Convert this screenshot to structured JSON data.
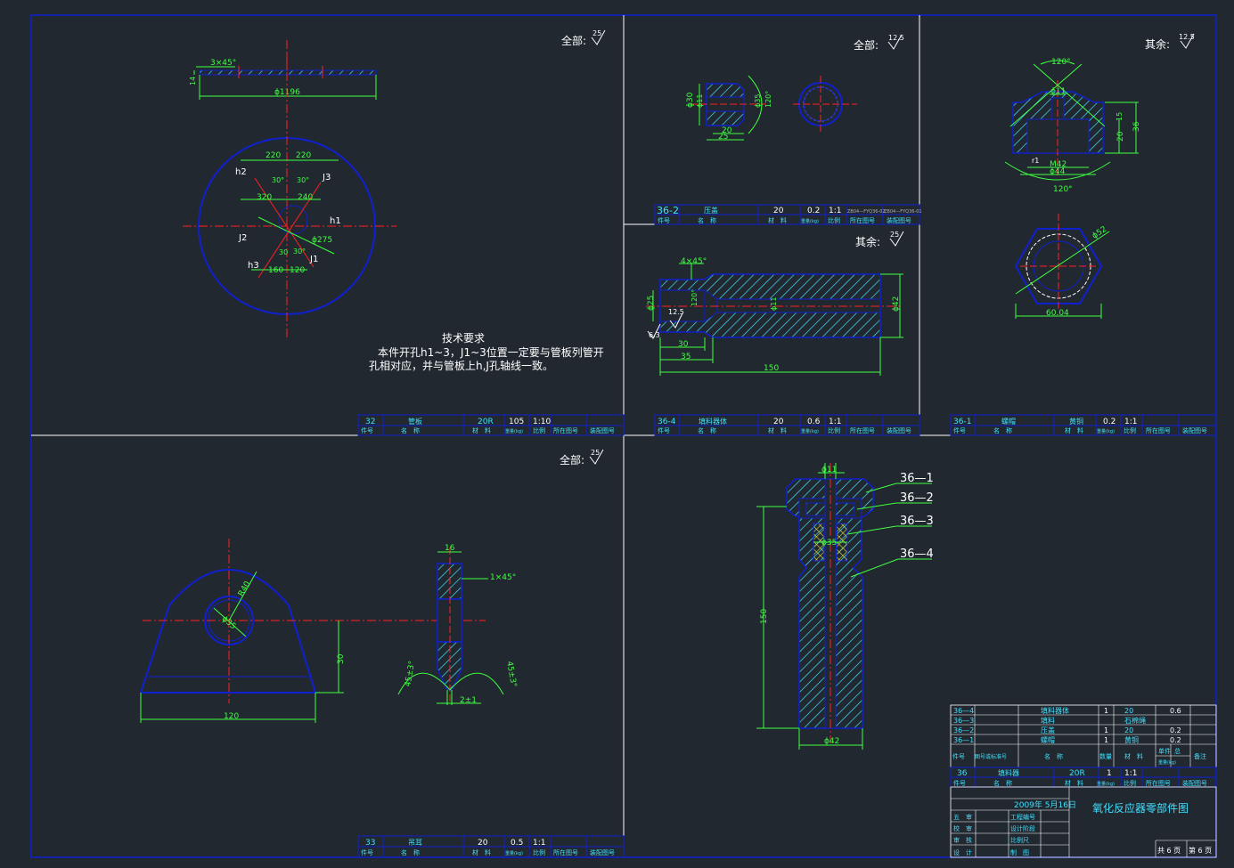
{
  "colors": {
    "background": "#212830",
    "outline": "#1020d0",
    "dimension": "#40ff40",
    "centerline": "#ff2020",
    "hatch": "#40e0ff",
    "text": "#ffffff",
    "frame": "#ffffff"
  },
  "roughness": {
    "p1": {
      "label": "全部:",
      "value": "25"
    },
    "p2": {
      "label": "全部:",
      "value": "12.5"
    },
    "p3": {
      "label": "其余:",
      "value": "12.5"
    },
    "p4": {
      "label": "其余:",
      "value": "25"
    },
    "p5": {
      "label": "全部:",
      "value": "25"
    }
  },
  "titles": {
    "tb_pos": "件号",
    "tb_name": "名　称",
    "tb_material": "材　料",
    "tb_weight": "重量(kg)",
    "tb_ratio": "比例",
    "tb_drawing": "所在图号",
    "tb_assembly": "装配图号"
  },
  "p1": {
    "chamfer": "3×45°",
    "thickness": "14",
    "dia": "ϕ1196",
    "d220a": "220",
    "d220b": "220",
    "d320": "320",
    "d240": "240",
    "d160": "160",
    "d120": "120",
    "a30a": "30°",
    "a30b": "30°",
    "a30c": "30",
    "a30d": "30°",
    "r275": "ϕ275",
    "h1": "h1",
    "h2": "h2",
    "h3": "h3",
    "j1": "J1",
    "j2": "J2",
    "j3": "J3",
    "tech_title": "技术要求",
    "tech_l1": "本件开孔h1~3，J1~3位置一定要与管板列管开",
    "tech_l2": "孔相对应，并与管板上h,J孔轴线一致。",
    "tb": {
      "pos": "32",
      "name": "管板",
      "material": "20R",
      "weight": "105",
      "ratio": "1:10"
    }
  },
  "p2": {
    "d30": "ϕ30",
    "d11": "ϕ11",
    "d20": "20",
    "d25": "25",
    "d35": "ϕ35",
    "a120": "120°",
    "tb": {
      "pos": "36-2",
      "name": "压盖",
      "material": "20",
      "weight": "0.2",
      "ratio": "1:1",
      "drawing": "ZB04—FYQ36-02",
      "assembly": "ZB04—FYQ36-01"
    }
  },
  "p3": {
    "a120a": "120°",
    "d11": "ϕ11",
    "d15": "15",
    "d20": "20",
    "d36": "36",
    "r1": "r1",
    "m42": "M42",
    "d44": "ϕ44",
    "a120b": "120°",
    "d52": "ϕ52",
    "d6004": "60.04",
    "tb": {
      "pos": "36-1",
      "name": "螺帽",
      "material": "黄铜",
      "weight": "0.2",
      "ratio": "1:1"
    }
  },
  "p4": {
    "chamfer": "4×45°",
    "d25": "ϕ25",
    "a120": "120°",
    "r125": "12.5",
    "r63": "6.3",
    "d30": "30",
    "d35": "35",
    "d150": "150",
    "d11": "ϕ11",
    "d42": "ϕ42",
    "tb": {
      "pos": "36-4",
      "name": "填料器体",
      "material": "20",
      "weight": "0.6",
      "ratio": "1:1"
    }
  },
  "p5": {
    "r40": "R40",
    "d35": "ϕ35",
    "d30": "30",
    "d120": "120",
    "d16": "16",
    "chamfer": "1×45°",
    "a45a": "45±3°",
    "a45b": "45±3°",
    "gap": "2±1",
    "tb": {
      "pos": "33",
      "name": "吊耳",
      "material": "20",
      "weight": "0.5",
      "ratio": "1:1"
    }
  },
  "p6": {
    "d11": "ϕ11",
    "d35": "ϕ35",
    "d150": "150",
    "d42": "ϕ42",
    "callouts": [
      "36—1",
      "36—2",
      "36—3",
      "36—4"
    ]
  },
  "bom": {
    "rows": [
      {
        "pos": "36—4",
        "name": "填料器体",
        "qty": "1",
        "material": "20",
        "weight": "0.6"
      },
      {
        "pos": "36—3",
        "name": "填料",
        "qty": "",
        "material": "石棉绳",
        "weight": ""
      },
      {
        "pos": "36—2",
        "name": "压盖",
        "qty": "1",
        "material": "20",
        "weight": "0.2"
      },
      {
        "pos": "36—1",
        "name": "螺帽",
        "qty": "1",
        "material": "黄铜",
        "weight": "0.2"
      }
    ],
    "h_pos": "件号",
    "h_code": "图号或标准号",
    "h_name": "名　称",
    "h_qty": "数量",
    "h_material": "材　料",
    "h_unit": "单件",
    "h_total": "总",
    "h_weight": "重量(kg)",
    "h_note": "备注",
    "tb": {
      "pos": "36",
      "name": "填料器",
      "material": "20R",
      "qty": "1",
      "ratio": "1:1"
    }
  },
  "titleblock": {
    "date": "2009年 5月16日",
    "drawing_title": "氧化反应器零部件图",
    "roles": [
      "五　审",
      "校　审",
      "审　核",
      "设　计"
    ],
    "fields": [
      "工程编号",
      "设计阶段",
      "比例尺",
      "制　图"
    ],
    "total_sheets": "共 6 页",
    "sheet_no": "第 6 页"
  }
}
